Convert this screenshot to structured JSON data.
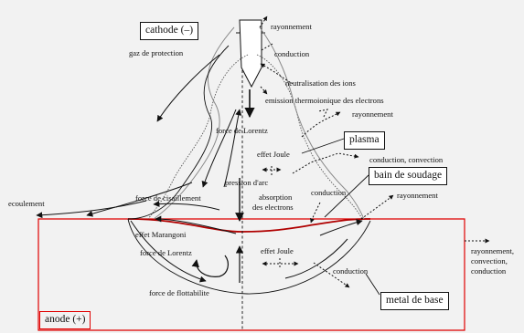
{
  "boxes": {
    "cathode": "cathode (–)",
    "plasma": "plasma",
    "bain": "bain de soudage",
    "metal": "metal de base",
    "anode": "anode (+)"
  },
  "labels": {
    "rayonnement_top": "rayonnement",
    "conduction_top": "conduction",
    "gaz": "gaz de protection",
    "neutralisation": "neutralisation des ions",
    "emission": "emission thermoionique des electrons",
    "rayonnement_mid": "rayonnement",
    "lorentz_top": "force de Lorentz",
    "effet_joule_top": "effet Joule",
    "conduction_convection": "conduction, convection",
    "pression": "pression d'arc",
    "cisaillement": "force de cisaillement",
    "ecoulement": "ecoulement",
    "absorption_1": "absorption",
    "absorption_2": "des electrons",
    "conduction_mid": "conduction",
    "rayonnement_right": "rayonnement",
    "marangoni": "effet Marangoni",
    "effet_joule_bottom": "effet Joule",
    "lorentz_bottom": "force de Lorentz",
    "conduction_bottom": "conduction",
    "flottabilite": "force de flottabilite",
    "out_1": "rayonnement,",
    "out_2": "convection,",
    "out_3": "conduction"
  },
  "colors": {
    "pool_outline": "#e00000",
    "arc_surface": "#b00000",
    "line": "#111111"
  }
}
